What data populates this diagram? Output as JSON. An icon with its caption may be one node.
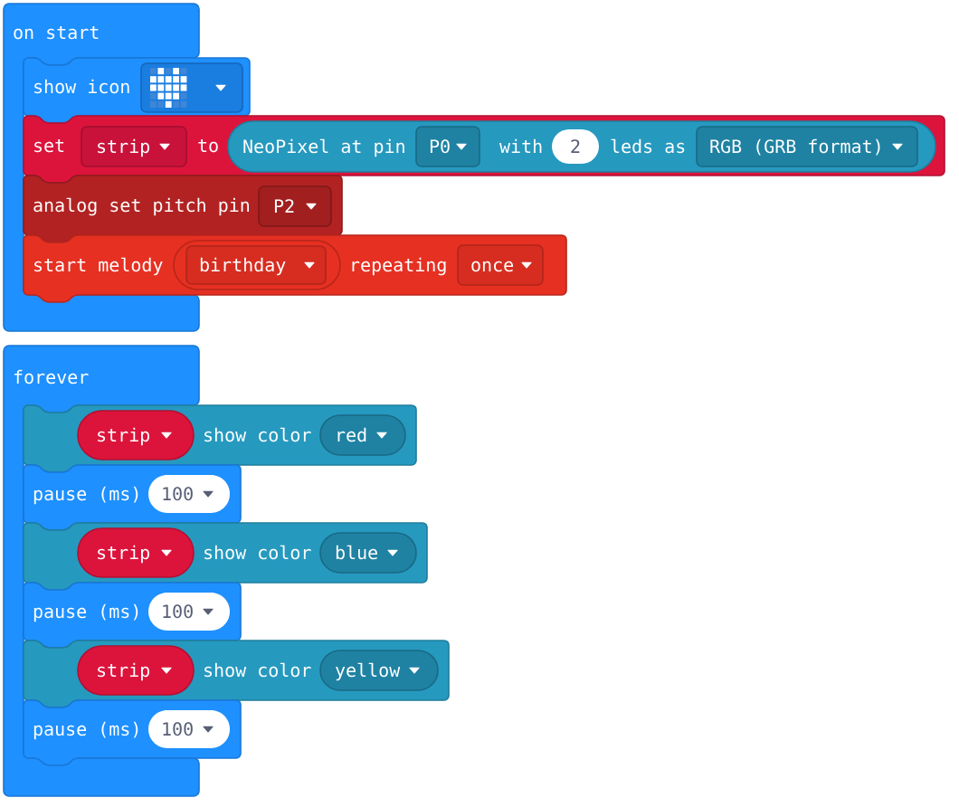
{
  "diagram": {
    "nodes": [
      {
        "text": [
          "on start"
        ]
      },
      {
        "text": [
          "show icon"
        ]
      },
      {
        "text": [],
        "shape": "box",
        "in": 1
      },
      {
        "text": [
          "set",
          "to"
        ]
      },
      {
        "text": [
          "strip"
        ],
        "in": 3
      },
      {
        "text": [
          "NeoPixel at pin",
          "with",
          "leds as"
        ],
        "in": 3
      },
      {
        "text": [
          "P0"
        ],
        "in": 5
      },
      {
        "text": [
          "2"
        ],
        "in": 5
      },
      {
        "text": [
          "RGB (GRB format)"
        ],
        "in": 5
      },
      {
        "text": [
          "analog set pitch pin"
        ]
      },
      {
        "text": [
          "P2"
        ],
        "in": 9
      },
      {
        "text": [
          "start melody",
          "repeating"
        ]
      },
      {
        "text": [
          "birthday"
        ],
        "in": 11
      },
      {
        "text": [
          "once"
        ],
        "in": 11
      },
      {
        "text": [
          "forever"
        ]
      },
      {
        "text": [
          "show color"
        ]
      },
      {
        "text": [
          "strip"
        ],
        "in": 15
      },
      {
        "text": [
          "red"
        ],
        "in": 15
      },
      {
        "text": [
          "pause (ms)"
        ]
      },
      {
        "text": [
          "100"
        ],
        "in": 18
      },
      {
        "text": [
          "show color"
        ]
      },
      {
        "text": [
          "strip"
        ],
        "in": 20
      },
      {
        "text": [
          "blue"
        ],
        "in": 20
      },
      {
        "text": [
          "pause (ms)"
        ]
      },
      {
        "text": [
          "100"
        ],
        "in": 23
      },
      {
        "text": [
          "show color"
        ]
      },
      {
        "text": [
          "strip"
        ],
        "in": 25
      },
      {
        "text": [
          "yellow"
        ],
        "in": 25
      },
      {
        "text": [
          "pause (ms)"
        ]
      },
      {
        "text": [
          "100"
        ],
        "in": 28
      }
    ]
  }
}
